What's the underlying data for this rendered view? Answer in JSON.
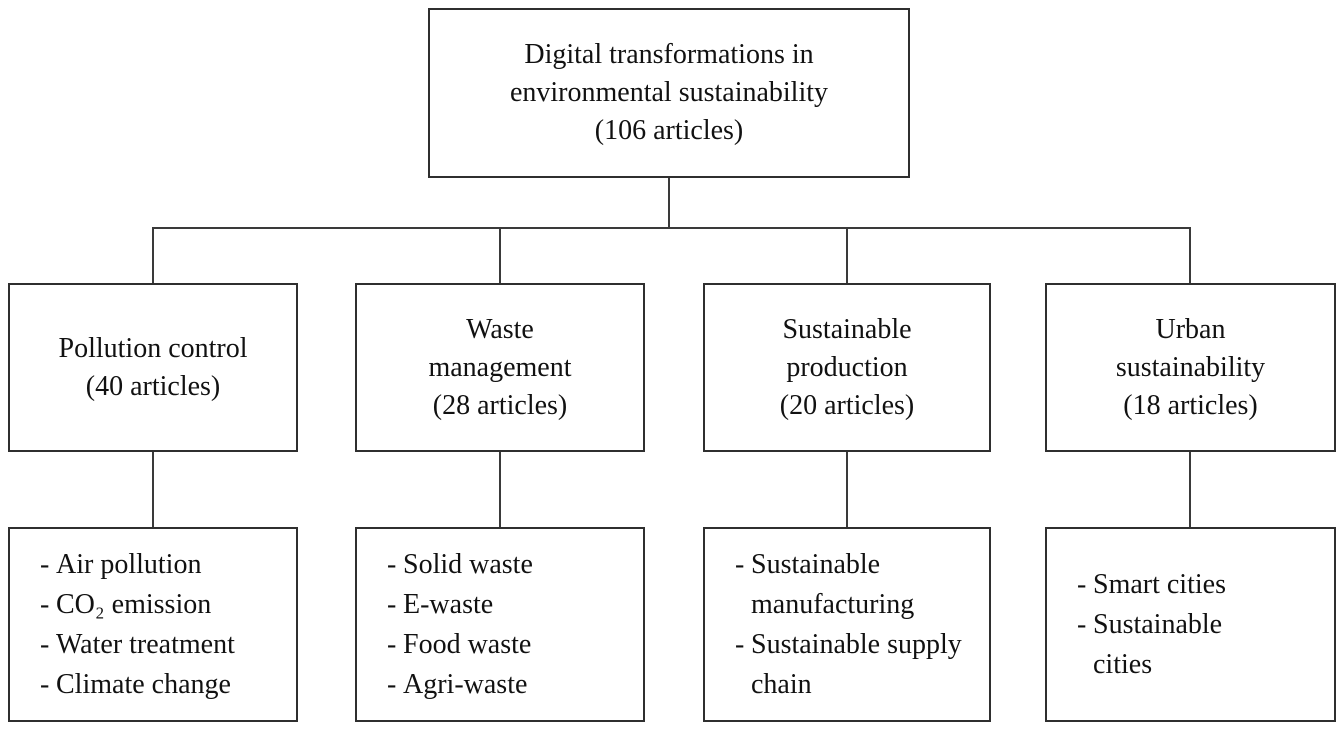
{
  "diagram": {
    "bullet": "-",
    "root": {
      "title_lines": [
        "Digital transformations in",
        "environmental sustainability",
        "(106 articles)"
      ]
    },
    "branches": [
      {
        "id": "pollution-control",
        "label_lines": [
          "Pollution control",
          "(40 articles)"
        ],
        "topics": [
          "Air pollution",
          "CO₂ emission",
          "Water treatment",
          "Climate change"
        ]
      },
      {
        "id": "waste-management",
        "label_lines": [
          "Waste",
          "management",
          "(28 articles)"
        ],
        "topics": [
          "Solid waste",
          "E-waste",
          "Food waste",
          "Agri-waste"
        ]
      },
      {
        "id": "sustainable-production",
        "label_lines": [
          "Sustainable",
          "production",
          "(20 articles)"
        ],
        "topics": [
          "Sustainable manufacturing",
          "Sustainable supply chain"
        ]
      },
      {
        "id": "urban-sustainability",
        "label_lines": [
          "Urban",
          "sustainability",
          "(18 articles)"
        ],
        "topics": [
          "Smart cities",
          "Sustainable cities"
        ]
      }
    ],
    "colors": {
      "border": "#2f2f2f",
      "line": "#3a3a3a",
      "text": "#111111",
      "background": "#ffffff"
    }
  }
}
